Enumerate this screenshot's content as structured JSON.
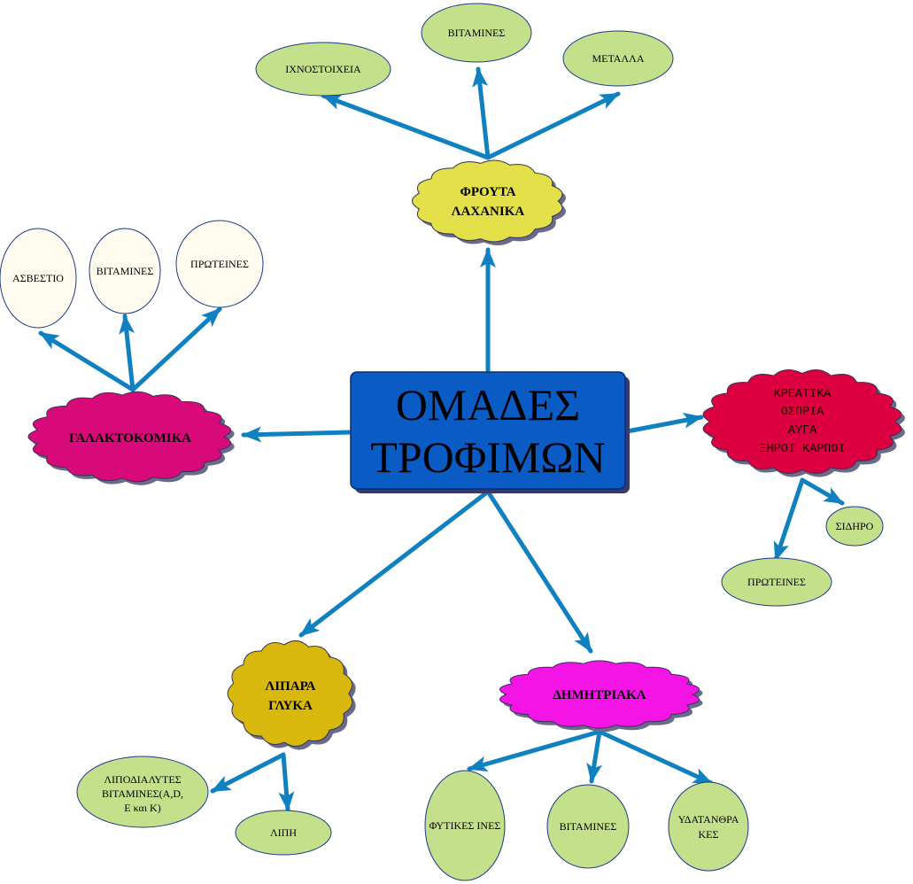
{
  "center": {
    "lines": [
      "ΟΜΑΔΕΣ",
      "ΤΡΟΦΙΜΩΝ"
    ]
  },
  "groups": {
    "fruits": {
      "lines": [
        "ΦΡΟΥΤΑ",
        "ΛΑΧΑΝΙΚΑ"
      ],
      "items": [
        "ΙΧΝΟΣΤΟΙΧΕΙΑ",
        "ΒΙΤΑΜΙΝΕΣ",
        "ΜΕΤΑΛΛΑ"
      ]
    },
    "dairy": {
      "lines": [
        "ΓΑΛΑΚΤΟΚΟΜΙΚΑ"
      ],
      "items": [
        "ΑΣΒΕΣΤΙΟ",
        "ΒΙΤΑΜΙΝΕΣ",
        "ΠΡΩΤΕΙΝΕΣ"
      ]
    },
    "meat": {
      "lines": [
        "ΚΡΕΑΤΙΚΑ",
        "ΟΣΠΡΙΑ",
        "ΑΥΓΑ",
        "ΞΗΡΟΙ ΚΑΡΠΟΙ"
      ],
      "items": [
        "ΣΙΔΗΡΟ",
        "ΠΡΩΤΕΙΝΕΣ"
      ]
    },
    "fats": {
      "lines": [
        "ΛΙΠΑΡΑ",
        "ΓΛΥΚΑ"
      ],
      "items": [
        [
          "ΛΙΠΟΔΙΑΛΥΤΕΣ",
          "ΒΙΤΑΜΙΝΕΣ(A,D,",
          "E και K)"
        ],
        [
          "ΛΙΠΗ"
        ]
      ]
    },
    "cereals": {
      "lines": [
        "ΔΗΜΗΤΡΙΑΚΑ"
      ],
      "items": [
        [
          "ΦΥΤΙΚΕΣ ΙΝΕΣ"
        ],
        [
          "ΒΙΤΑΜΙΝΕΣ"
        ],
        [
          "ΥΔΑΤΑΝΘΡΑ",
          "ΚΕΣ"
        ]
      ]
    }
  },
  "colors": {
    "arrow": "#0f81c1",
    "center_box": "#0a5bc4",
    "fruits_cloud": "#e3e04a",
    "dairy_cloud": "#d80a7a",
    "meat_cloud": "#dc0040",
    "fats_cloud": "#d8b80c",
    "cereals_cloud": "#f414e6",
    "green_ellipse": "#c5e08a",
    "cream_ellipse": "#fffbee"
  }
}
